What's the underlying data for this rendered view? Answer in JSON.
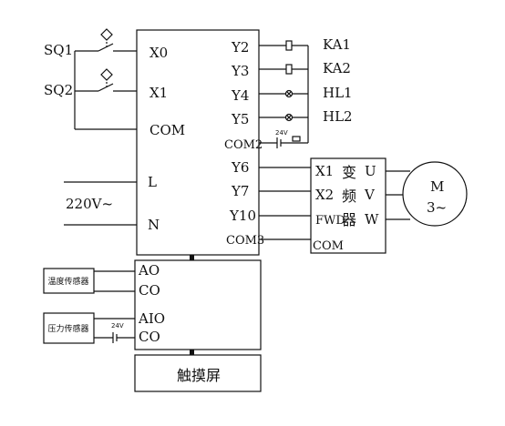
{
  "plc": {
    "inputs": [
      "X0",
      "X1",
      "COM"
    ],
    "power": [
      "L",
      "N"
    ],
    "outputs": [
      "Y2",
      "Y3",
      "Y4",
      "Y5",
      "COM2",
      "Y6",
      "Y7",
      "Y10",
      "COM3"
    ]
  },
  "switches": {
    "sq1": "SQ1",
    "sq2": "SQ2"
  },
  "loads": {
    "ka1": "KA1",
    "ka2": "KA2",
    "hl1": "HL1",
    "hl2": "HL2"
  },
  "supply": {
    "mains": "220V~",
    "dc_out": "24V",
    "dc_ai": "24V"
  },
  "inverter": {
    "inputs": [
      "X1",
      "X2",
      "FWD",
      "COM"
    ],
    "title_chars": [
      "变",
      "频",
      "器"
    ],
    "outputs": [
      "U",
      "V",
      "W"
    ]
  },
  "motor": {
    "label": "M",
    "phase": "3~"
  },
  "analog": {
    "terminals": [
      "AO",
      "CO",
      "AIO",
      "CO"
    ],
    "sensor1": "温度传感器",
    "sensor2": "压力传感器"
  },
  "touchscreen": "触摸屏"
}
